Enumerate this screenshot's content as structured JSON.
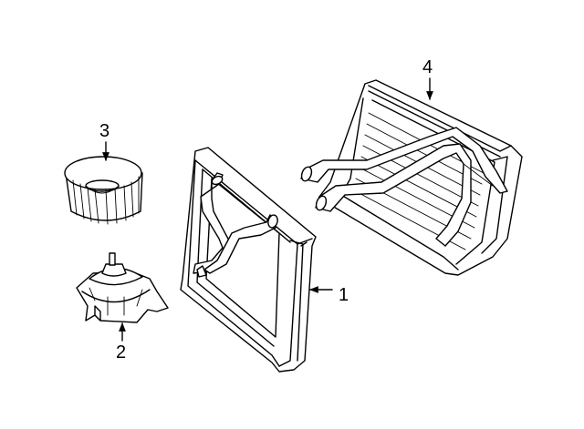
{
  "callouts": {
    "evaporator": "1",
    "blower_motor": "2",
    "blower_wheel": "3",
    "heater_core": "4"
  }
}
